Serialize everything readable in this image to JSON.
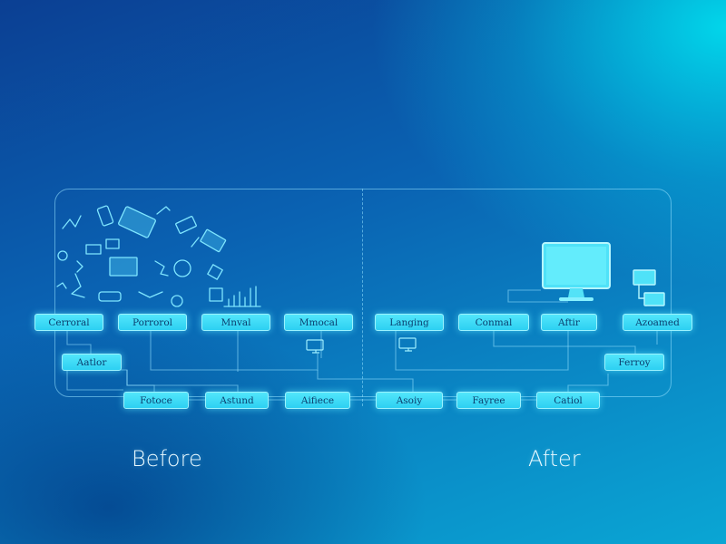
{
  "diagram": {
    "before_label": "Before",
    "after_label": "After",
    "nodes": {
      "n1": "Cerroral",
      "n2": "Porrorol",
      "n3": "Mnval",
      "n4": "Mmocal",
      "n5": "Aatlor",
      "n6": "Fotoce",
      "n7": "Astund",
      "n8": "Aifiece",
      "n9": "Langing",
      "n10": "Conmal",
      "n11": "Aftir",
      "n12": "Azoamed",
      "n13": "Ferroy",
      "n14": "Asoiy",
      "n15": "Fayree",
      "n16": "Catiol"
    },
    "colors": {
      "node_fill": "#3ddaf6",
      "node_text": "#0b3e6e",
      "line": "#96e1ff"
    },
    "icons": {
      "before_cluster": "scattered-devices-icons",
      "after_main": "desktop-monitor-icon",
      "after_small": "networked-devices-icon"
    }
  }
}
